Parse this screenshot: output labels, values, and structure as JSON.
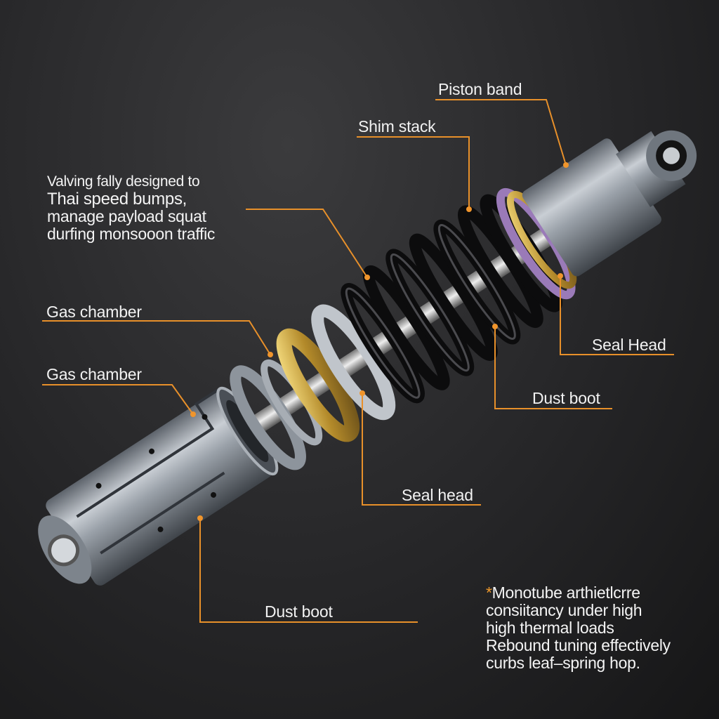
{
  "colors": {
    "leader": "#e8902a",
    "background": "#262628",
    "text": "#f2f2f2",
    "gold": "#c9a43a",
    "purple": "#9a7ab8"
  },
  "labels": {
    "piston_band": "Piston band",
    "shim_stack": "Shim stack",
    "gas_chamber_1": "Gas chamber",
    "gas_chamber_2": "Gas chamber",
    "seal_head_upper": "Seal Head",
    "dust_boot_upper": "Dust boot",
    "seal_head_lower": "Seal head",
    "dust_boot_lower": "Dust boot"
  },
  "note_left": {
    "lines": [
      "Valving fally designed to",
      "Thai speed bumps,",
      "manage payload squat",
      "durfing monsooon traffic"
    ]
  },
  "note_right": {
    "asterisk": "*",
    "lines": [
      "Monotube arthietlcrre",
      "consiitancy under high",
      "high thermal loads",
      "Rebound tuning effectively",
      "curbs leaf–spring hop."
    ]
  }
}
